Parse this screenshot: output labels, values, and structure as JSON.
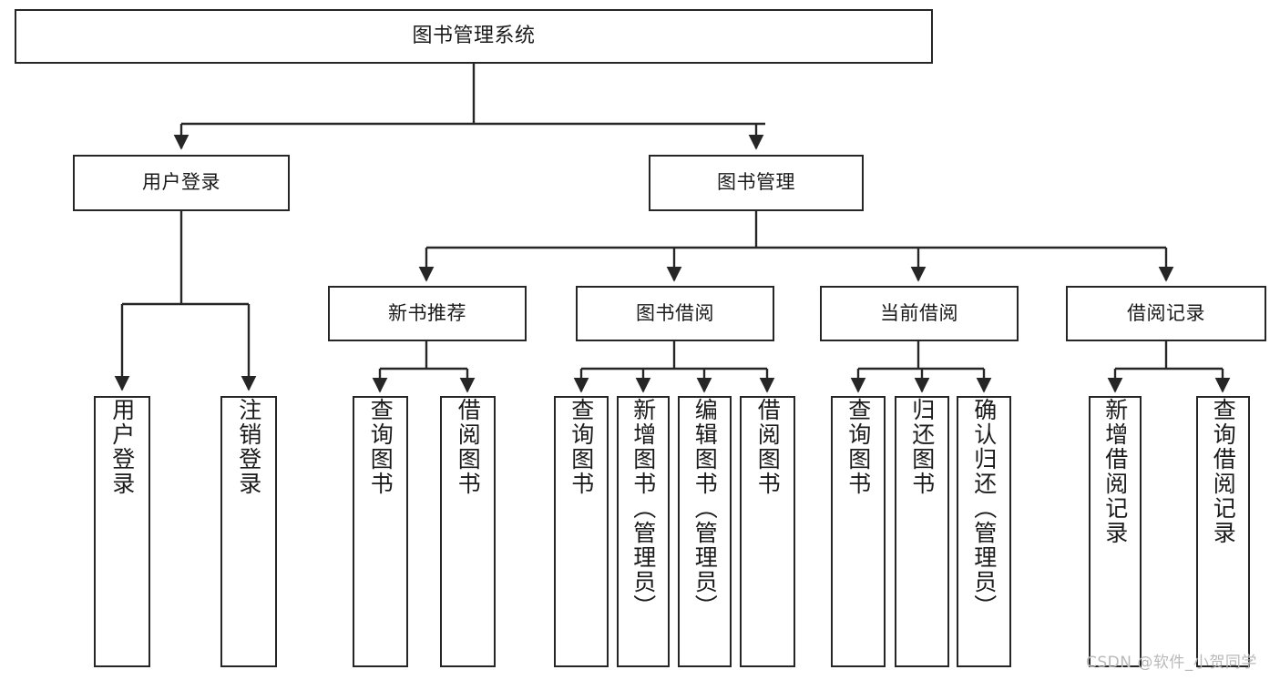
{
  "diagram": {
    "title": "图书管理系统",
    "type": "hierarchy-tree",
    "stroke_color": "#262626",
    "fill_color": "#ffffff",
    "text_color": "#1a1a1a"
  },
  "nodes": {
    "root": {
      "label": "图书管理系统",
      "level": 0,
      "orientation": "horizontal"
    },
    "level2": [
      {
        "id": "user-login",
        "label": "用户登录",
        "orientation": "horizontal"
      },
      {
        "id": "book-management",
        "label": "图书管理",
        "orientation": "horizontal"
      }
    ],
    "level3": [
      {
        "id": "new-book-recommend",
        "label": "新书推荐",
        "orientation": "horizontal"
      },
      {
        "id": "book-borrow",
        "label": "图书借阅",
        "orientation": "horizontal"
      },
      {
        "id": "current-borrow",
        "label": "当前借阅",
        "orientation": "horizontal"
      },
      {
        "id": "borrow-record",
        "label": "借阅记录",
        "orientation": "horizontal"
      }
    ],
    "leaves": [
      {
        "id": "leaf-user-login",
        "label": "用户登录",
        "parent": "user-login",
        "orientation": "vertical"
      },
      {
        "id": "leaf-user-logout",
        "label": "注销登录",
        "parent": "user-login",
        "orientation": "vertical"
      },
      {
        "id": "leaf-query-book-1",
        "label": "查询图书",
        "parent": "new-book-recommend",
        "orientation": "vertical"
      },
      {
        "id": "leaf-borrow-book-1",
        "label": "借阅图书",
        "parent": "new-book-recommend",
        "orientation": "vertical"
      },
      {
        "id": "leaf-query-book-2",
        "label": "查询图书",
        "parent": "book-borrow",
        "orientation": "vertical"
      },
      {
        "id": "leaf-add-book",
        "label": "新增图书（管理员）",
        "parent": "book-borrow",
        "orientation": "vertical"
      },
      {
        "id": "leaf-edit-book",
        "label": "编辑图书（管理员）",
        "parent": "book-borrow",
        "orientation": "vertical"
      },
      {
        "id": "leaf-borrow-book-2",
        "label": "借阅图书",
        "parent": "book-borrow",
        "orientation": "vertical"
      },
      {
        "id": "leaf-query-book-3",
        "label": "查询图书",
        "parent": "current-borrow",
        "orientation": "vertical"
      },
      {
        "id": "leaf-return-book",
        "label": "归还图书",
        "parent": "current-borrow",
        "orientation": "vertical"
      },
      {
        "id": "leaf-confirm-return",
        "label": "确认归还（管理员）",
        "parent": "current-borrow",
        "orientation": "vertical"
      },
      {
        "id": "leaf-add-record",
        "label": "新增借阅记录",
        "parent": "borrow-record",
        "orientation": "vertical"
      },
      {
        "id": "leaf-query-record",
        "label": "查询借阅记录",
        "parent": "borrow-record",
        "orientation": "vertical"
      }
    ]
  },
  "watermark": {
    "text": "CSDN @软件_小贺同学"
  }
}
